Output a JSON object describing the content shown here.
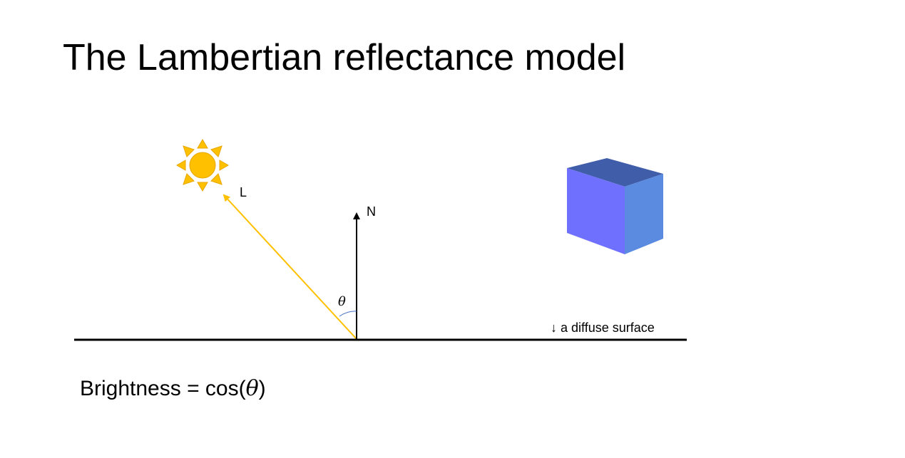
{
  "slide": {
    "title": "The Lambertian reflectance model"
  },
  "diagram": {
    "light_label": "L",
    "normal_label": "N",
    "angle_label": "θ",
    "surface_label": "↓ a diffuse surface"
  },
  "formula": {
    "prefix": "Brightness = cos(",
    "variable": "θ",
    "suffix": ")"
  },
  "colors": {
    "sun": "#FFC000",
    "sun_stroke": "#E8A600",
    "light_ray": "#FFC000",
    "angle_arc": "#4472C4",
    "cube_front": "#7070FF",
    "cube_top": "#3F5DA8",
    "cube_side": "#5B8BE0"
  },
  "icons": {
    "sun": "sun-icon",
    "cube": "cube-icon"
  }
}
